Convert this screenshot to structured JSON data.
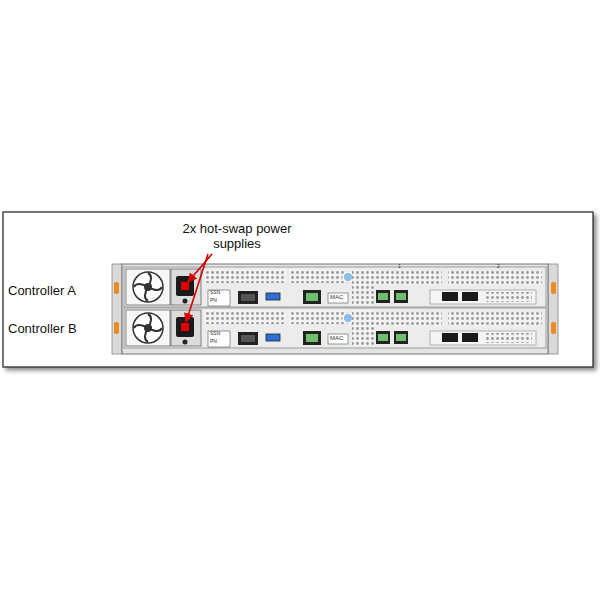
{
  "diagram": {
    "labels": [
      "2x hot-swap power supplies",
      "Controller A",
      "Controller B",
      "SSN",
      "PN",
      "MAC",
      "1",
      "2",
      "SSN",
      "PN",
      "MAC"
    ]
  }
}
